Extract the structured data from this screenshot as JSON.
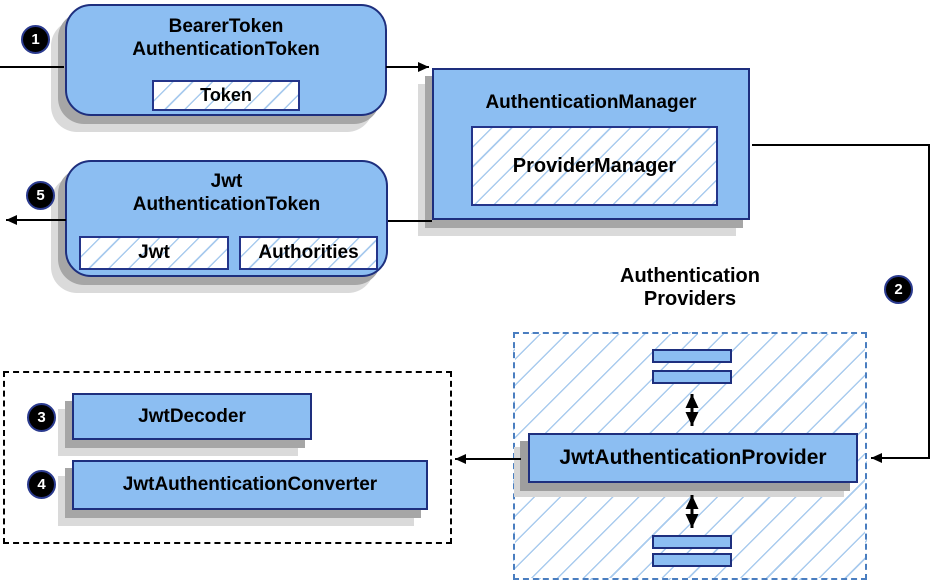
{
  "diagram": {
    "nodes": {
      "bearer": {
        "title": "BearerToken\nAuthenticationToken",
        "field": "Token"
      },
      "manager": {
        "title": "AuthenticationManager",
        "inner": "ProviderManager"
      },
      "jwt": {
        "title": "Jwt\nAuthenticationToken",
        "fields": [
          "Jwt",
          "Authorities"
        ]
      },
      "provider": {
        "label": "JwtAuthenticationProvider"
      },
      "decoder": {
        "label": "JwtDecoder"
      },
      "converter": {
        "label": "JwtAuthenticationConverter"
      }
    },
    "groups": {
      "providers": {
        "label": "Authentication\nProviders"
      }
    },
    "steps": {
      "s1": "1",
      "s2": "2",
      "s3": "3",
      "s4": "4",
      "s5": "5"
    },
    "colors": {
      "node_fill": "#8cbef2",
      "node_border": "#1e2f7e",
      "hatch_line": "#a9cbee",
      "providers_dash_border": "#4a7ec0",
      "helpers_dash_border": "#000000",
      "arrow": "#000000",
      "shadow_dark": "#a6a6a6",
      "shadow_light": "#dadada",
      "badge_bg": "#000000",
      "badge_text": "#ffffff"
    }
  }
}
